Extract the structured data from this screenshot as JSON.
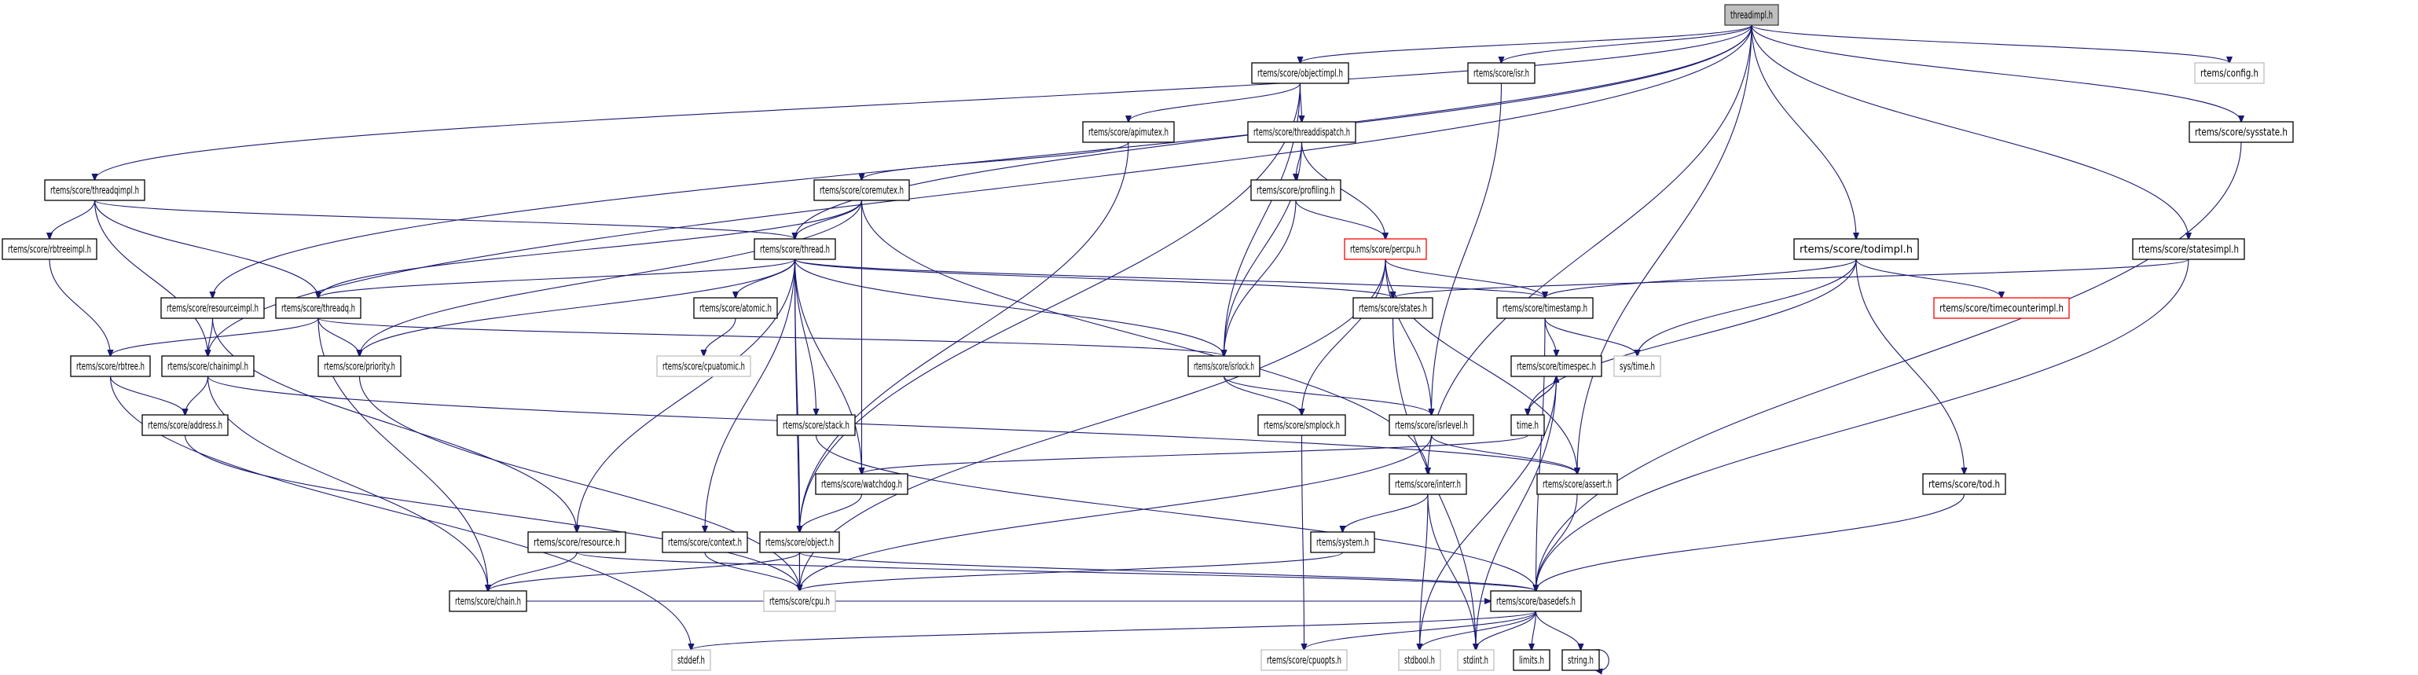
{
  "diagram": {
    "title": "threadimpl.h include dependency graph",
    "colors": {
      "edge": "#191970",
      "root_fill": "#bfbfbf",
      "root_border": "#404040",
      "documented_border": "#000000",
      "undocumented_border": "#bfbfbf",
      "truncated_border": "#ff0000",
      "node_fill": "#ffffff"
    },
    "nodes": [
      {
        "id": "threadimpl",
        "label": "threadimpl.h",
        "kind": "root"
      },
      {
        "id": "objectimpl",
        "label": "rtems/score/objectimpl.h",
        "kind": "documented"
      },
      {
        "id": "isr",
        "label": "rtems/score/isr.h",
        "kind": "documented"
      },
      {
        "id": "config",
        "label": "rtems/config.h",
        "kind": "undocumented"
      },
      {
        "id": "threadqimpl",
        "label": "rtems/score/threadqimpl.h",
        "kind": "documented"
      },
      {
        "id": "apimutex",
        "label": "rtems/score/apimutex.h",
        "kind": "documented"
      },
      {
        "id": "threaddispatch",
        "label": "rtems/score/threaddispatch.h",
        "kind": "documented"
      },
      {
        "id": "sysstate",
        "label": "rtems/score/sysstate.h",
        "kind": "documented"
      },
      {
        "id": "coremutex",
        "label": "rtems/score/coremutex.h",
        "kind": "documented"
      },
      {
        "id": "profiling",
        "label": "rtems/score/profiling.h",
        "kind": "documented"
      },
      {
        "id": "rbtreeimpl",
        "label": "rtems/score/rbtreeimpl.h",
        "kind": "documented"
      },
      {
        "id": "thread",
        "label": "rtems/score/thread.h",
        "kind": "documented"
      },
      {
        "id": "percpu",
        "label": "rtems/score/percpu.h",
        "kind": "truncated"
      },
      {
        "id": "todimpl",
        "label": "rtems/score/todimpl.h",
        "kind": "documented"
      },
      {
        "id": "statesimpl",
        "label": "rtems/score/statesimpl.h",
        "kind": "documented"
      },
      {
        "id": "resourceimpl",
        "label": "rtems/score/resourceimpl.h",
        "kind": "documented"
      },
      {
        "id": "threadq",
        "label": "rtems/score/threadq.h",
        "kind": "documented"
      },
      {
        "id": "atomic",
        "label": "rtems/score/atomic.h",
        "kind": "documented"
      },
      {
        "id": "states",
        "label": "rtems/score/states.h",
        "kind": "documented"
      },
      {
        "id": "timestamp",
        "label": "rtems/score/timestamp.h",
        "kind": "documented"
      },
      {
        "id": "timecounterimpl",
        "label": "rtems/score/timecounterimpl.h",
        "kind": "truncated"
      },
      {
        "id": "rbtree",
        "label": "rtems/score/rbtree.h",
        "kind": "documented"
      },
      {
        "id": "chainimpl",
        "label": "rtems/score/chainimpl.h",
        "kind": "documented"
      },
      {
        "id": "priority",
        "label": "rtems/score/priority.h",
        "kind": "documented"
      },
      {
        "id": "cpuatomic",
        "label": "rtems/score/cpuatomic.h",
        "kind": "undocumented"
      },
      {
        "id": "isrlock",
        "label": "rtems/score/isrlock.h",
        "kind": "documented"
      },
      {
        "id": "timespec",
        "label": "rtems/score/timespec.h",
        "kind": "documented"
      },
      {
        "id": "systime",
        "label": "sys/time.h",
        "kind": "undocumented"
      },
      {
        "id": "address",
        "label": "rtems/score/address.h",
        "kind": "documented"
      },
      {
        "id": "stack",
        "label": "rtems/score/stack.h",
        "kind": "documented"
      },
      {
        "id": "smplock",
        "label": "rtems/score/smplock.h",
        "kind": "documented"
      },
      {
        "id": "isrlevel",
        "label": "rtems/score/isrlevel.h",
        "kind": "documented"
      },
      {
        "id": "time",
        "label": "time.h",
        "kind": "documented"
      },
      {
        "id": "watchdog",
        "label": "rtems/score/watchdog.h",
        "kind": "documented"
      },
      {
        "id": "interr",
        "label": "rtems/score/interr.h",
        "kind": "documented"
      },
      {
        "id": "assert",
        "label": "rtems/score/assert.h",
        "kind": "documented"
      },
      {
        "id": "tod",
        "label": "rtems/score/tod.h",
        "kind": "documented"
      },
      {
        "id": "resource",
        "label": "rtems/score/resource.h",
        "kind": "documented"
      },
      {
        "id": "context",
        "label": "rtems/score/context.h",
        "kind": "documented"
      },
      {
        "id": "object",
        "label": "rtems/score/object.h",
        "kind": "documented"
      },
      {
        "id": "system",
        "label": "rtems/system.h",
        "kind": "documented"
      },
      {
        "id": "chain",
        "label": "rtems/score/chain.h",
        "kind": "documented"
      },
      {
        "id": "cpu",
        "label": "rtems/score/cpu.h",
        "kind": "undocumented"
      },
      {
        "id": "basedefs",
        "label": "rtems/score/basedefs.h",
        "kind": "documented"
      },
      {
        "id": "stddef",
        "label": "stddef.h",
        "kind": "undocumented"
      },
      {
        "id": "cpuopts",
        "label": "rtems/score/cpuopts.h",
        "kind": "undocumented"
      },
      {
        "id": "stdbool",
        "label": "stdbool.h",
        "kind": "undocumented"
      },
      {
        "id": "stdint",
        "label": "stdint.h",
        "kind": "undocumented"
      },
      {
        "id": "limits",
        "label": "limits.h",
        "kind": "documented"
      },
      {
        "id": "string",
        "label": "string.h",
        "kind": "documented"
      }
    ],
    "edges": [
      [
        "threadimpl",
        "objectimpl"
      ],
      [
        "threadimpl",
        "isr"
      ],
      [
        "threadimpl",
        "config"
      ],
      [
        "threadimpl",
        "threadqimpl"
      ],
      [
        "threadimpl",
        "sysstate"
      ],
      [
        "threadimpl",
        "todimpl"
      ],
      [
        "threadimpl",
        "statesimpl"
      ],
      [
        "threadimpl",
        "thread"
      ],
      [
        "threadimpl",
        "resourceimpl"
      ],
      [
        "threadimpl",
        "chainimpl"
      ],
      [
        "threadimpl",
        "interr"
      ],
      [
        "threadimpl",
        "assert"
      ],
      [
        "objectimpl",
        "apimutex"
      ],
      [
        "objectimpl",
        "threaddispatch"
      ],
      [
        "objectimpl",
        "object"
      ],
      [
        "objectimpl",
        "isrlock"
      ],
      [
        "isr",
        "isrlevel"
      ],
      [
        "threadqimpl",
        "rbtreeimpl"
      ],
      [
        "threadqimpl",
        "thread"
      ],
      [
        "threadqimpl",
        "threadq"
      ],
      [
        "threadqimpl",
        "chainimpl"
      ],
      [
        "apimutex",
        "coremutex"
      ],
      [
        "apimutex",
        "object"
      ],
      [
        "threaddispatch",
        "profiling"
      ],
      [
        "threaddispatch",
        "percpu"
      ],
      [
        "threaddispatch",
        "isrlock"
      ],
      [
        "sysstate",
        "basedefs"
      ],
      [
        "coremutex",
        "thread"
      ],
      [
        "coremutex",
        "threadq"
      ],
      [
        "coremutex",
        "priority"
      ],
      [
        "coremutex",
        "watchdog"
      ],
      [
        "coremutex",
        "interr"
      ],
      [
        "profiling",
        "percpu"
      ],
      [
        "profiling",
        "isrlock"
      ],
      [
        "rbtreeimpl",
        "rbtree"
      ],
      [
        "thread",
        "atomic"
      ],
      [
        "thread",
        "threadq"
      ],
      [
        "thread",
        "priority"
      ],
      [
        "thread",
        "states"
      ],
      [
        "thread",
        "timestamp"
      ],
      [
        "thread",
        "isrlock"
      ],
      [
        "thread",
        "resource"
      ],
      [
        "thread",
        "context"
      ],
      [
        "thread",
        "object"
      ],
      [
        "thread",
        "stack"
      ],
      [
        "thread",
        "watchdog"
      ],
      [
        "thread",
        "cpu"
      ],
      [
        "percpu",
        "timestamp"
      ],
      [
        "percpu",
        "smplock"
      ],
      [
        "percpu",
        "isrlevel"
      ],
      [
        "percpu",
        "assert"
      ],
      [
        "percpu",
        "cpu"
      ],
      [
        "todimpl",
        "timestamp"
      ],
      [
        "todimpl",
        "timecounterimpl"
      ],
      [
        "todimpl",
        "systime"
      ],
      [
        "todimpl",
        "time"
      ],
      [
        "todimpl",
        "tod"
      ],
      [
        "statesimpl",
        "states"
      ],
      [
        "statesimpl",
        "basedefs"
      ],
      [
        "resourceimpl",
        "chainimpl"
      ],
      [
        "resourceimpl",
        "resource"
      ],
      [
        "threadq",
        "rbtree"
      ],
      [
        "threadq",
        "priority"
      ],
      [
        "threadq",
        "chain"
      ],
      [
        "threadq",
        "isrlock"
      ],
      [
        "atomic",
        "cpuatomic"
      ],
      [
        "states",
        "stdint"
      ],
      [
        "timestamp",
        "timespec"
      ],
      [
        "timestamp",
        "systime"
      ],
      [
        "timestamp",
        "basedefs"
      ],
      [
        "rbtree",
        "address"
      ],
      [
        "rbtree",
        "stddef"
      ],
      [
        "chainimpl",
        "address"
      ],
      [
        "chainimpl",
        "chain"
      ],
      [
        "chainimpl",
        "assert"
      ],
      [
        "priority",
        "cpu"
      ],
      [
        "isrlock",
        "smplock"
      ],
      [
        "isrlock",
        "isrlevel"
      ],
      [
        "timespec",
        "time"
      ],
      [
        "timespec",
        "stdbool"
      ],
      [
        "timespec",
        "stdint"
      ],
      [
        "address",
        "cpu"
      ],
      [
        "stack",
        "basedefs"
      ],
      [
        "smplock",
        "cpuopts"
      ],
      [
        "isrlevel",
        "assert"
      ],
      [
        "isrlevel",
        "cpu"
      ],
      [
        "time",
        "timespec"
      ],
      [
        "time",
        "watchdog"
      ],
      [
        "watchdog",
        "object"
      ],
      [
        "interr",
        "system"
      ],
      [
        "interr",
        "stdbool"
      ],
      [
        "interr",
        "stdint"
      ],
      [
        "assert",
        "basedefs"
      ],
      [
        "tod",
        "basedefs"
      ],
      [
        "resource",
        "chain"
      ],
      [
        "resource",
        "basedefs"
      ],
      [
        "context",
        "cpu"
      ],
      [
        "object",
        "chain"
      ],
      [
        "object",
        "cpu"
      ],
      [
        "object",
        "basedefs"
      ],
      [
        "system",
        "cpu"
      ],
      [
        "chain",
        "basedefs"
      ],
      [
        "basedefs",
        "stddef"
      ],
      [
        "basedefs",
        "cpuopts"
      ],
      [
        "basedefs",
        "stdbool"
      ],
      [
        "basedefs",
        "stdint"
      ],
      [
        "basedefs",
        "limits"
      ],
      [
        "basedefs",
        "string"
      ],
      [
        "string",
        "string"
      ]
    ]
  }
}
